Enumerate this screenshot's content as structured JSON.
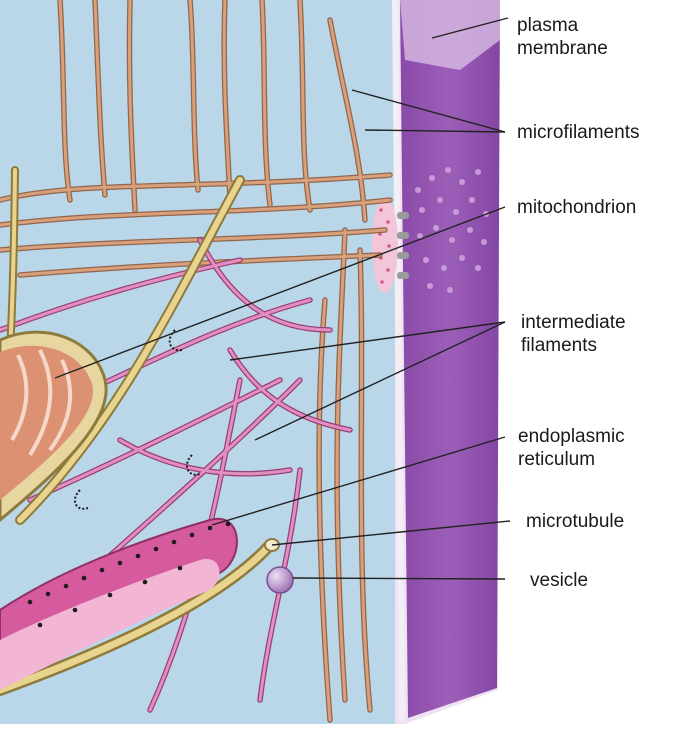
{
  "labels": {
    "plasma_membrane": [
      "plasma",
      "membrane"
    ],
    "microfilaments": "microfilaments",
    "mitochondrion": "mitochondrion",
    "intermediate_filaments": [
      "intermediate",
      "filaments"
    ],
    "endoplasmic_reticulum": [
      "endoplasmic",
      "reticulum"
    ],
    "microtubule": "microtubule",
    "vesicle": "vesicle"
  },
  "colors": {
    "cytoplasm": "#b8d6e6",
    "membrane": "#9458b0",
    "membrane_light": "#c295d0",
    "microfilament": "#c98a63",
    "intermediate_filament": "#c66ba0",
    "microtubule": "#d9c27a",
    "mitochondrion": "#d78b6c",
    "er": "#d85aa0",
    "vesicle": "#b58ac5",
    "leader_line": "#222222"
  }
}
